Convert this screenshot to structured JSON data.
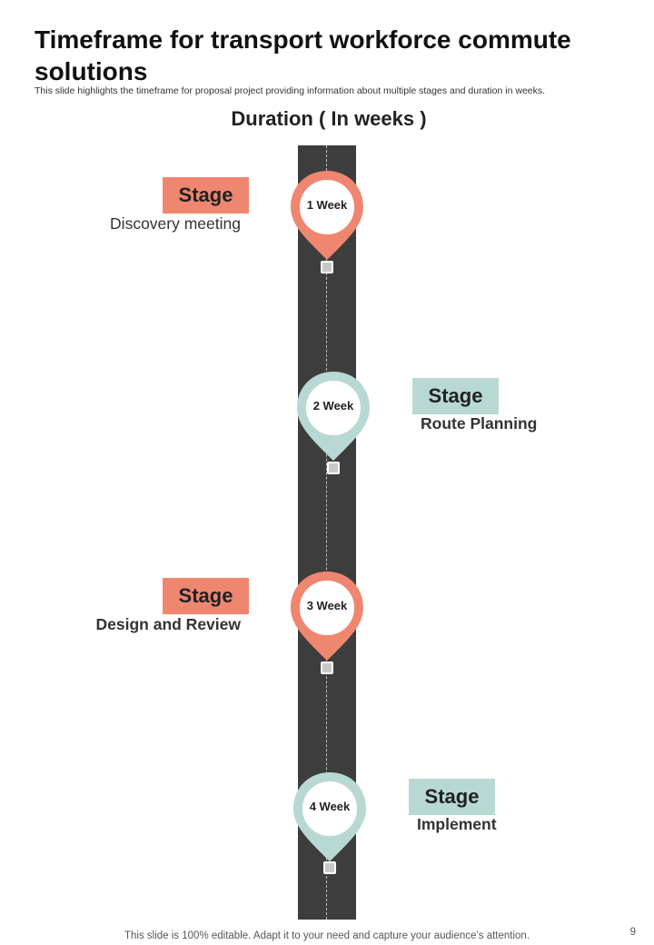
{
  "title": "Timeframe for transport workforce commute solutions",
  "subtitle": "This slide highlights the timeframe for proposal project providing information about multiple stages and duration in weeks.",
  "heading": "Duration ( In weeks )",
  "colors": {
    "coral": "#ef8670",
    "teal": "#b8d8d3",
    "road": "#3d3d3d"
  },
  "stages": [
    {
      "week": "1 Week",
      "label": "Stage",
      "description": "Discovery meeting"
    },
    {
      "week": "2 Week",
      "label": "Stage",
      "description": "Route Planning"
    },
    {
      "week": "3 Week",
      "label": "Stage",
      "description": "Design and Review"
    },
    {
      "week": "4 Week",
      "label": "Stage",
      "description": "Implement"
    }
  ],
  "footer": "This slide is 100% editable. Adapt it to your need and capture your audience’s attention.",
  "page_number": "9"
}
